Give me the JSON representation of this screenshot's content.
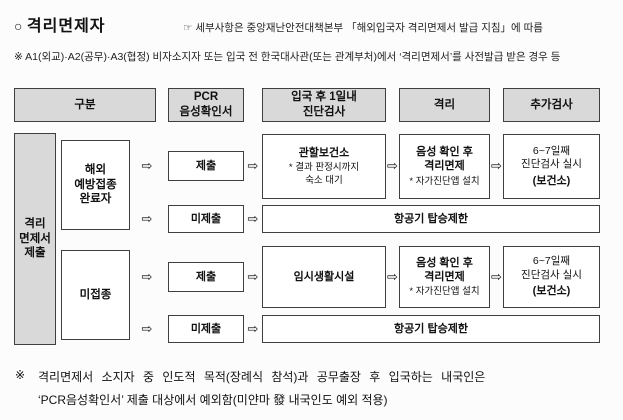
{
  "page": {
    "bullet": "○",
    "title": "격리면제자",
    "title_note": "☞ 세부사항은 중앙재난안전대책본부 「해외입국자 격리면제서 발급 지침」에 따름",
    "subtitle": "※ A1(외교)·A2(공무)·A3(협정) 비자소지자 또는 입국 전 한국대사관(또는 관계부처)에서 ‘격리면제서’를 사전발급 받은 경우 등",
    "footer_mark": "※",
    "footer_line1": "격리면제서 소지자 중 인도적 목적(장례식 참석)과 공무출장 후 입국하는 내국인은",
    "footer_line2": "‘PCR음성확인서’ 제출 대상에서 예외함(미얀마 發 내국인도 예외 적용)"
  },
  "headers": {
    "gubun": "구분",
    "pcr": "PCR\n음성확인서",
    "test": "입국 후 1일내\n진단검사",
    "quarantine": "격리",
    "extra": "추가검사"
  },
  "flow": {
    "arrow": "⇨",
    "left_label": "격리\n면제서\n제출",
    "group1": {
      "label": "해외\n예방접종\n완료자",
      "submit": {
        "pcr": "제출",
        "test_main": "관할보건소",
        "test_sub": "* 결과 판정시까지\n숙소 대기",
        "quarantine_main": "음성 확인 후\n격리면제",
        "quarantine_sub": "* 자가진단앱 설치",
        "extra_main": "6~7일째\n진단검사 실시",
        "extra_sub": "(보건소)"
      },
      "nosubmit": {
        "pcr": "미제출",
        "result": "항공기 탑승제한"
      }
    },
    "group2": {
      "label": "미접종",
      "submit": {
        "pcr": "제출",
        "test_main": "임시생활시설",
        "quarantine_main": "음성 확인 후\n격리면제",
        "quarantine_sub": "* 자가진단앱 설치",
        "extra_main": "6~7일째\n진단검사 실시",
        "extra_sub": "(보건소)"
      },
      "nosubmit": {
        "pcr": "미제출",
        "result": "항공기 탑승제한"
      }
    }
  }
}
